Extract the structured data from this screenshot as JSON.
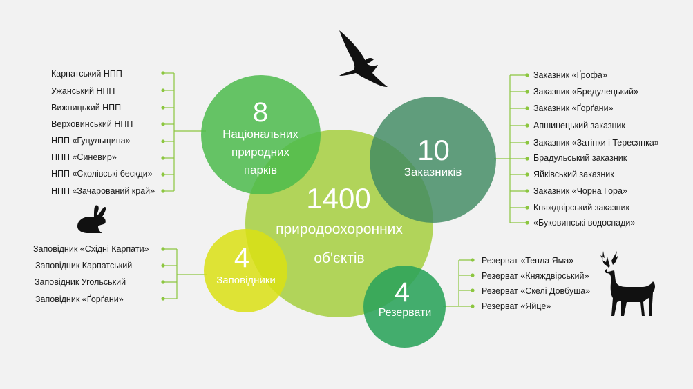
{
  "colors": {
    "background": "#f2f2f2",
    "national_parks": "#5cc25a",
    "reserves": "#4b8f6a",
    "total": "#a6cf3f",
    "nature_reserves": "#d7dd1a",
    "zapovidnyky": "#2ea35c",
    "bullet": "#8cc63f"
  },
  "icons": [
    "bird-icon",
    "rabbit-icon",
    "deer-icon"
  ],
  "total": {
    "number": "1400",
    "label_line1": "природоохоронних",
    "label_line2": "об'єктів"
  },
  "national_parks": {
    "number": "8",
    "label_line1": "Національних",
    "label_line2": "природних",
    "label_line3": "парків",
    "items": [
      "Карпатський  НПП",
      "Ужанський  НПП",
      "Вижницький НПП",
      "Верховинський НПП",
      "НПП «Гуцульщина»",
      "НПП «Синевир»",
      "НПП «Сколівські бескди»",
      "НПП «Зачарований край»"
    ]
  },
  "zakaznyky": {
    "number": "10",
    "label": "Заказників",
    "items": [
      "Заказник «Ґрофа»",
      "Заказник «Бредулецький»",
      "Заказник «Ґорґани»",
      "Апшинецький заказник",
      "Заказник «Затінки і Тересянка»",
      "Брадульський заказник",
      "Яйківський заказник",
      "Заказник «Чорна Гора»",
      "Княждвірський заказник",
      "«Буковинські водоспади»"
    ]
  },
  "zapovidnyky": {
    "number": "4",
    "label": "Заповідники",
    "items": [
      "Заповідник «Східні Карпати»",
      "Заповідник Карпатський",
      "Заповідник Угольський",
      "Заповідник «Ґорґани»"
    ]
  },
  "rezervaty": {
    "number": "4",
    "label": "Резервати",
    "items": [
      "Резерват «Тепла Яма»",
      "Резерват «Княждвірський»",
      "Резерват «Скелі Довбуша»",
      "Резерват «Яйце»"
    ]
  }
}
